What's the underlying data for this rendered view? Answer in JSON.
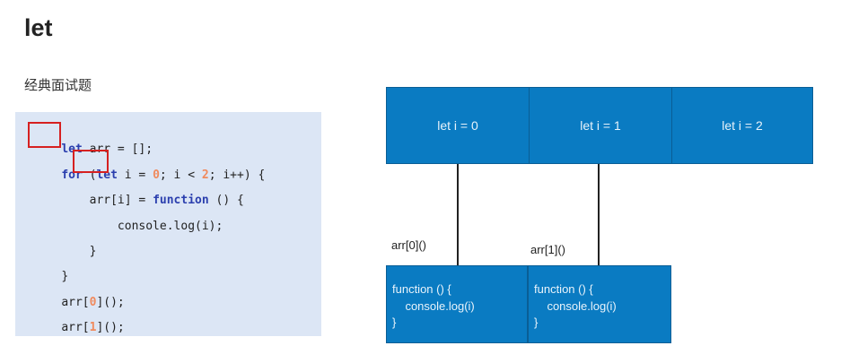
{
  "title": "let",
  "subtitle": "经典面试题",
  "code": {
    "line1": {
      "kw": "let",
      "rest": " arr = [];"
    },
    "line2": {
      "kw": "for",
      "p1": " (",
      "kw2": "let",
      "p2": " i = ",
      "n1": "0",
      "p3": "; i < ",
      "n2": "2",
      "p4": "; i++) {"
    },
    "line3": {
      "p1": "    arr[i] = ",
      "kw": "function",
      "p2": " () {"
    },
    "line4": {
      "text": "        console.log(i);"
    },
    "line5": {
      "text": "    }"
    },
    "line6": {
      "text": "}"
    },
    "line7": {
      "p1": "arr[",
      "n": "0",
      "p2": "]();"
    },
    "line8": {
      "p1": "arr[",
      "n": "1",
      "p2": "]();"
    }
  },
  "diagram": {
    "scopes": [
      "let i = 0",
      "let i = 1",
      "let i = 2"
    ],
    "calls": [
      "arr[0]()",
      "arr[1]()"
    ],
    "functions": [
      {
        "l1": "function () {",
        "l2": "    console.log(i)",
        "l3": "}"
      },
      {
        "l1": "function () {",
        "l2": "    console.log(i)",
        "l3": "}"
      }
    ]
  },
  "colors": {
    "box_blue": "#0a7bc2",
    "code_bg": "#dce6f5",
    "highlight_red": "#d62020",
    "keyword": "#2b3fae",
    "number": "#f08a5d"
  }
}
